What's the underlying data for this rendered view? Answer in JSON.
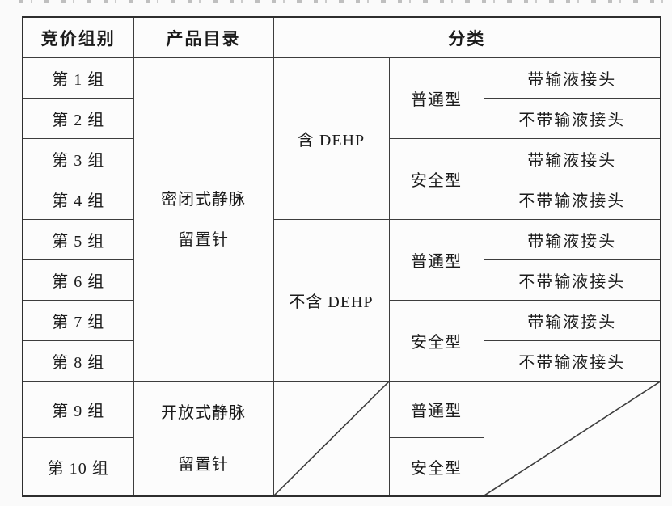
{
  "header": {
    "group": "竞价组别",
    "catalog": "产品目录",
    "category": "分类"
  },
  "groups": [
    "第 1 组",
    "第 2 组",
    "第 3 组",
    "第 4 组",
    "第 5 组",
    "第 6 组",
    "第 7 组",
    "第 8 组",
    "第 9 组",
    "第 10 组"
  ],
  "catalogs": {
    "closed": {
      "name": "密闭式静脉留置针",
      "lines": [
        "密闭式静脉",
        "留置针"
      ]
    },
    "open": {
      "name": "开放式静脉留置针",
      "lines": [
        "开放式静脉",
        "留置针"
      ]
    }
  },
  "dehp": {
    "contains": "含 DEHP",
    "not_contains": "不含 DEHP"
  },
  "types": {
    "ordinary": "普通型",
    "safety": "安全型"
  },
  "connector": {
    "with": "带输液接头",
    "without": "不带输液接头"
  },
  "colors": {
    "background": "#fafafa",
    "border": "#3d3d3d",
    "outer_border": "#2e2e2e",
    "text": "#1b1b1b"
  }
}
